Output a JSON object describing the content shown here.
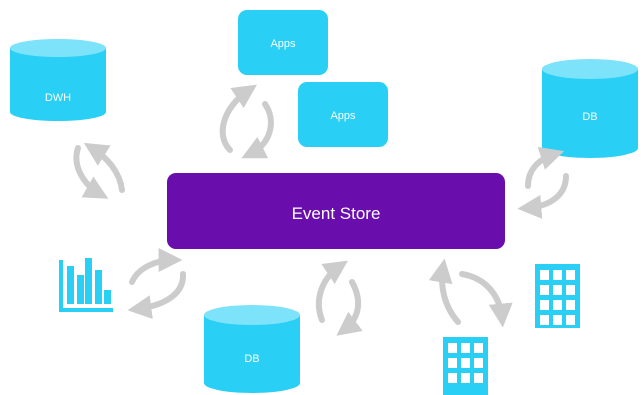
{
  "colors": {
    "accent_cyan": "#29CFF5",
    "cylinder_top": "#7DE3FA",
    "event_store_purple": "#6A0DAD",
    "sync_arrow_gray": "#CCCCCC",
    "label_text": "#FFFFFF"
  },
  "event_store": {
    "label": "Event Store"
  },
  "nodes": {
    "dwh": {
      "label": "DWH",
      "icon": "database-cylinder-icon"
    },
    "apps_top": {
      "label": "Apps",
      "icon": "app-box"
    },
    "apps_second": {
      "label": "Apps",
      "icon": "app-box"
    },
    "db_right": {
      "label": "DB",
      "icon": "database-cylinder-icon"
    },
    "db_bottom": {
      "label": "DB",
      "icon": "database-cylinder-icon"
    },
    "analytics": {
      "icon": "bar-chart-icon"
    },
    "building_right": {
      "icon": "office-building-icon"
    },
    "building_bottom": {
      "icon": "office-building-icon"
    }
  },
  "connectors": {
    "icon": "bidirectional-sync-arrows-icon"
  }
}
